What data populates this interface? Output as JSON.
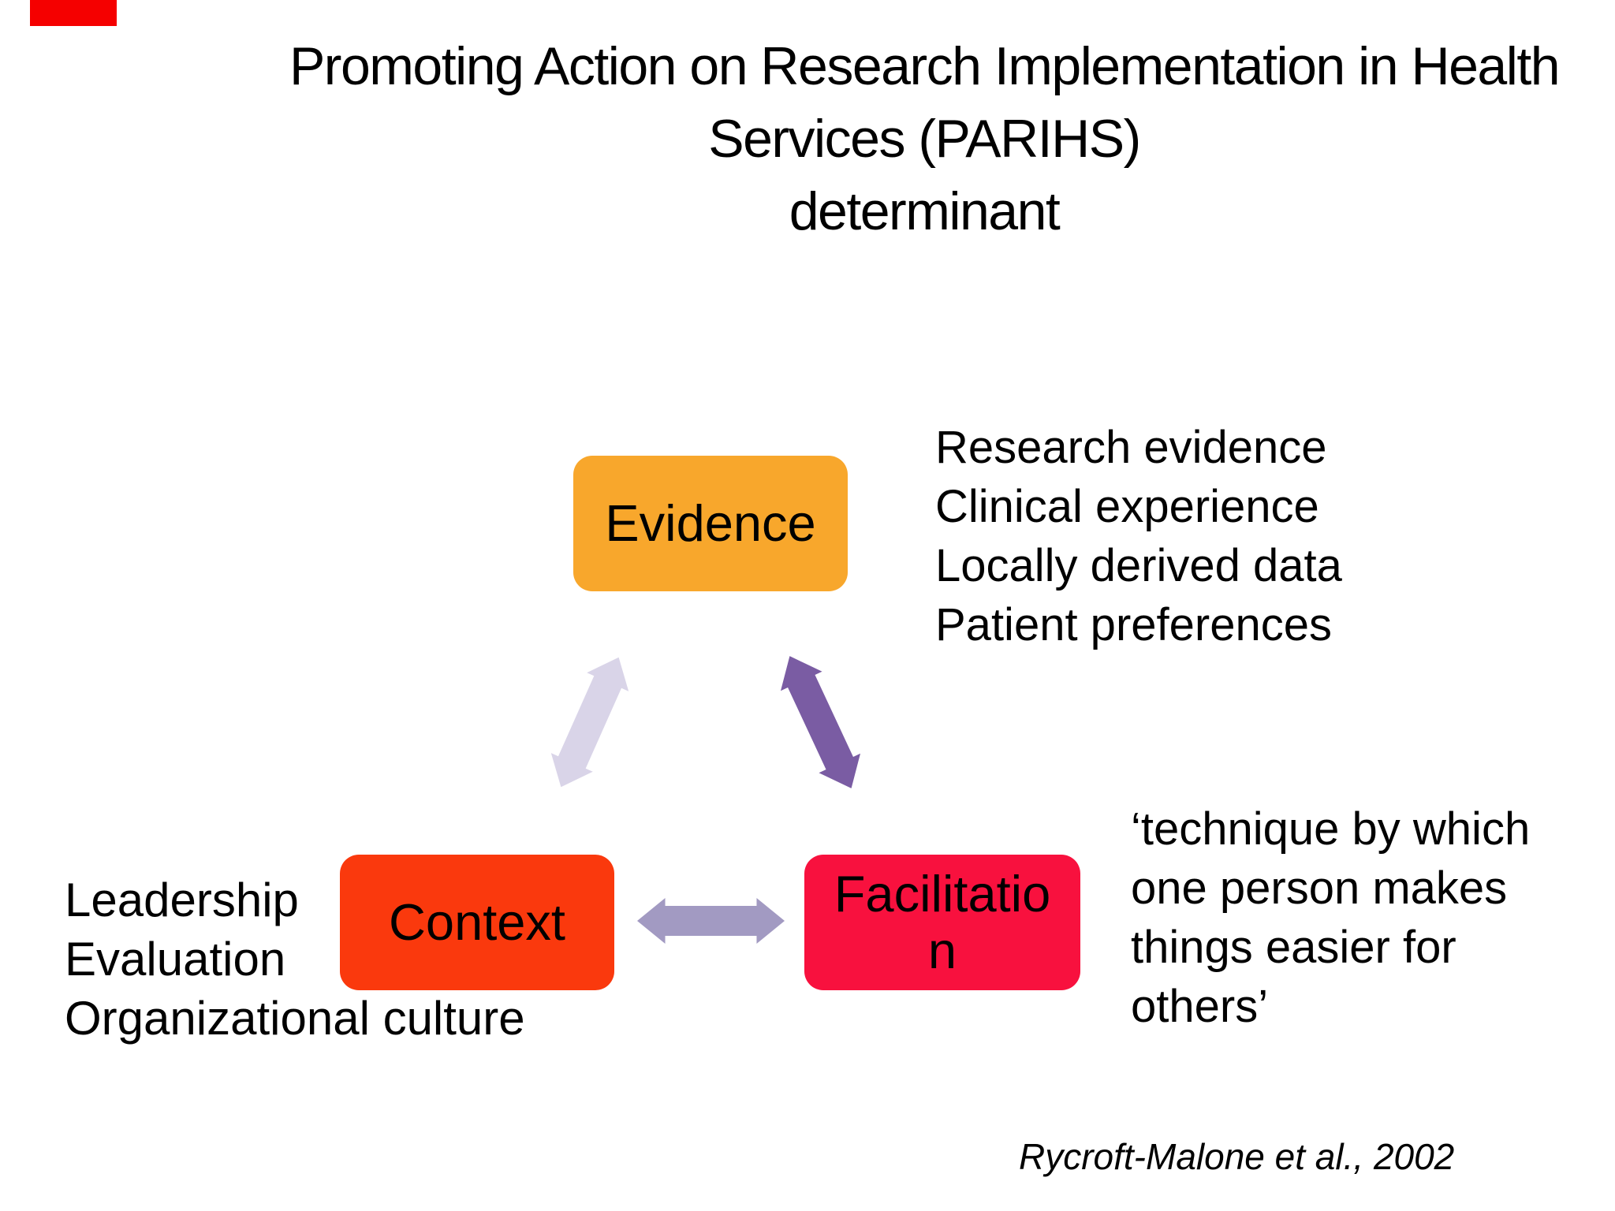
{
  "slide": {
    "background_color": "#ffffff",
    "marker_color": "#f50000"
  },
  "title": {
    "lines": [
      "Promoting Action on Research Implementation in Health",
      "Services (PARIHS)",
      "determinant"
    ]
  },
  "diagram": {
    "boxes": {
      "evidence": {
        "label": "Evidence",
        "color": "#f8a72c"
      },
      "context": {
        "label": "Context",
        "color": "#fa390d"
      },
      "facilitation": {
        "label": "Facilitation",
        "label_lines": [
          "Facilitatio",
          "n"
        ],
        "color": "#f8113e"
      }
    },
    "arrows": {
      "context_evidence": {
        "style": "double-headed",
        "color": "#d9d4e8"
      },
      "evidence_facilitation": {
        "style": "double-headed",
        "color": "#7a5ca3"
      },
      "context_facilitation": {
        "style": "double-headed",
        "color": "#a29ac2"
      }
    }
  },
  "annotations": {
    "evidence_notes": [
      "Research evidence",
      "Clinical experience",
      "Locally derived data",
      "Patient preferences"
    ],
    "context_notes": [
      "Leadership",
      "Evaluation",
      "Organizational culture"
    ],
    "facilitation_quote_lines": [
      "‘technique by which",
      "one person makes",
      "things easier for",
      "others’"
    ],
    "citation": "Rycroft-Malone et al., 2002"
  }
}
